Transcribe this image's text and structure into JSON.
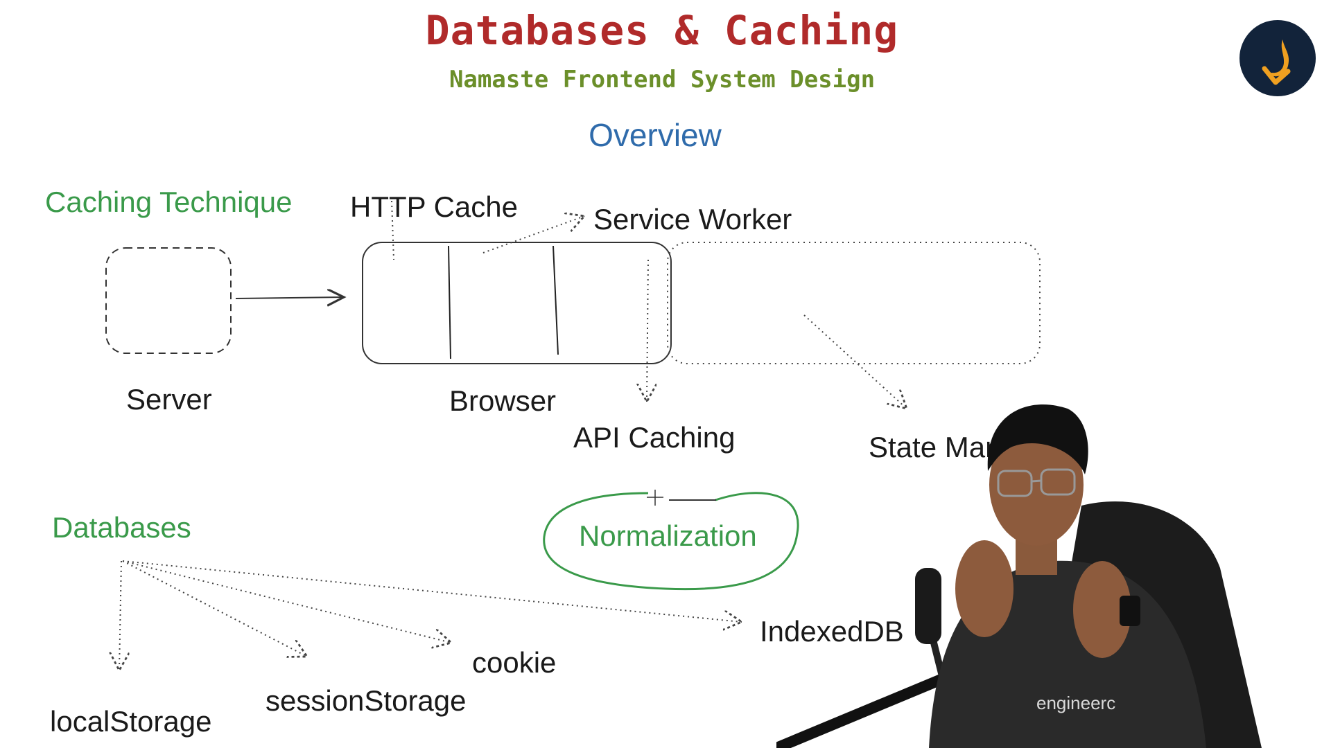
{
  "header": {
    "title": "Databases & Caching",
    "subtitle": "Namaste Frontend System Design",
    "overview": "Overview"
  },
  "caching": {
    "section_label": "Caching Technique",
    "server": "Server",
    "browser": "Browser",
    "http_cache": "HTTP Cache",
    "service_worker": "Service Worker",
    "api_caching": "API Caching",
    "state_management": "State Mana",
    "normalization": "Normalization"
  },
  "databases": {
    "section_label": "Databases",
    "local_storage": "localStorage",
    "session_storage": "sessionStorage",
    "cookie": "cookie",
    "indexed_db": "IndexedDB"
  },
  "presenter": {
    "shirt_text": "engineerc"
  },
  "colors": {
    "title": "#b02a2a",
    "subtitle": "#6b8f2a",
    "overview": "#2f6bab",
    "section": "#3a9a4a",
    "logo_bg": "#12233a",
    "logo_accent": "#f0a020"
  },
  "icons": {
    "logo": "flame-logo-icon"
  }
}
